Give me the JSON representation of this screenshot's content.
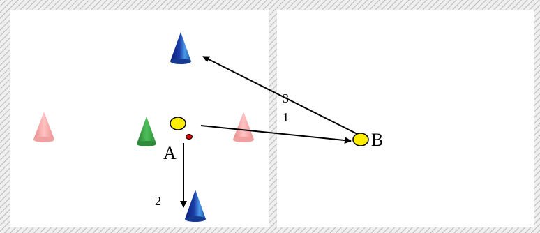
{
  "labels": {
    "player_a": "A",
    "player_b": "B",
    "step_1": "1",
    "step_2": "2",
    "step_3": "3"
  },
  "colors": {
    "border_hatch": "#c0c0c0",
    "cone_blue": "#2b63c8",
    "cone_blue_dark": "#0a1a78",
    "cone_green": "#3aa54a",
    "cone_red": "#f29a9a",
    "player_fill": "#ffee00",
    "ball_fill": "#d80000",
    "arrow": "#000000"
  },
  "cones": [
    {
      "id": "blue-top",
      "color": "blue"
    },
    {
      "id": "blue-bottom",
      "color": "blue"
    },
    {
      "id": "green-left",
      "color": "green"
    },
    {
      "id": "red-left",
      "color": "red"
    },
    {
      "id": "red-center",
      "color": "red"
    }
  ]
}
